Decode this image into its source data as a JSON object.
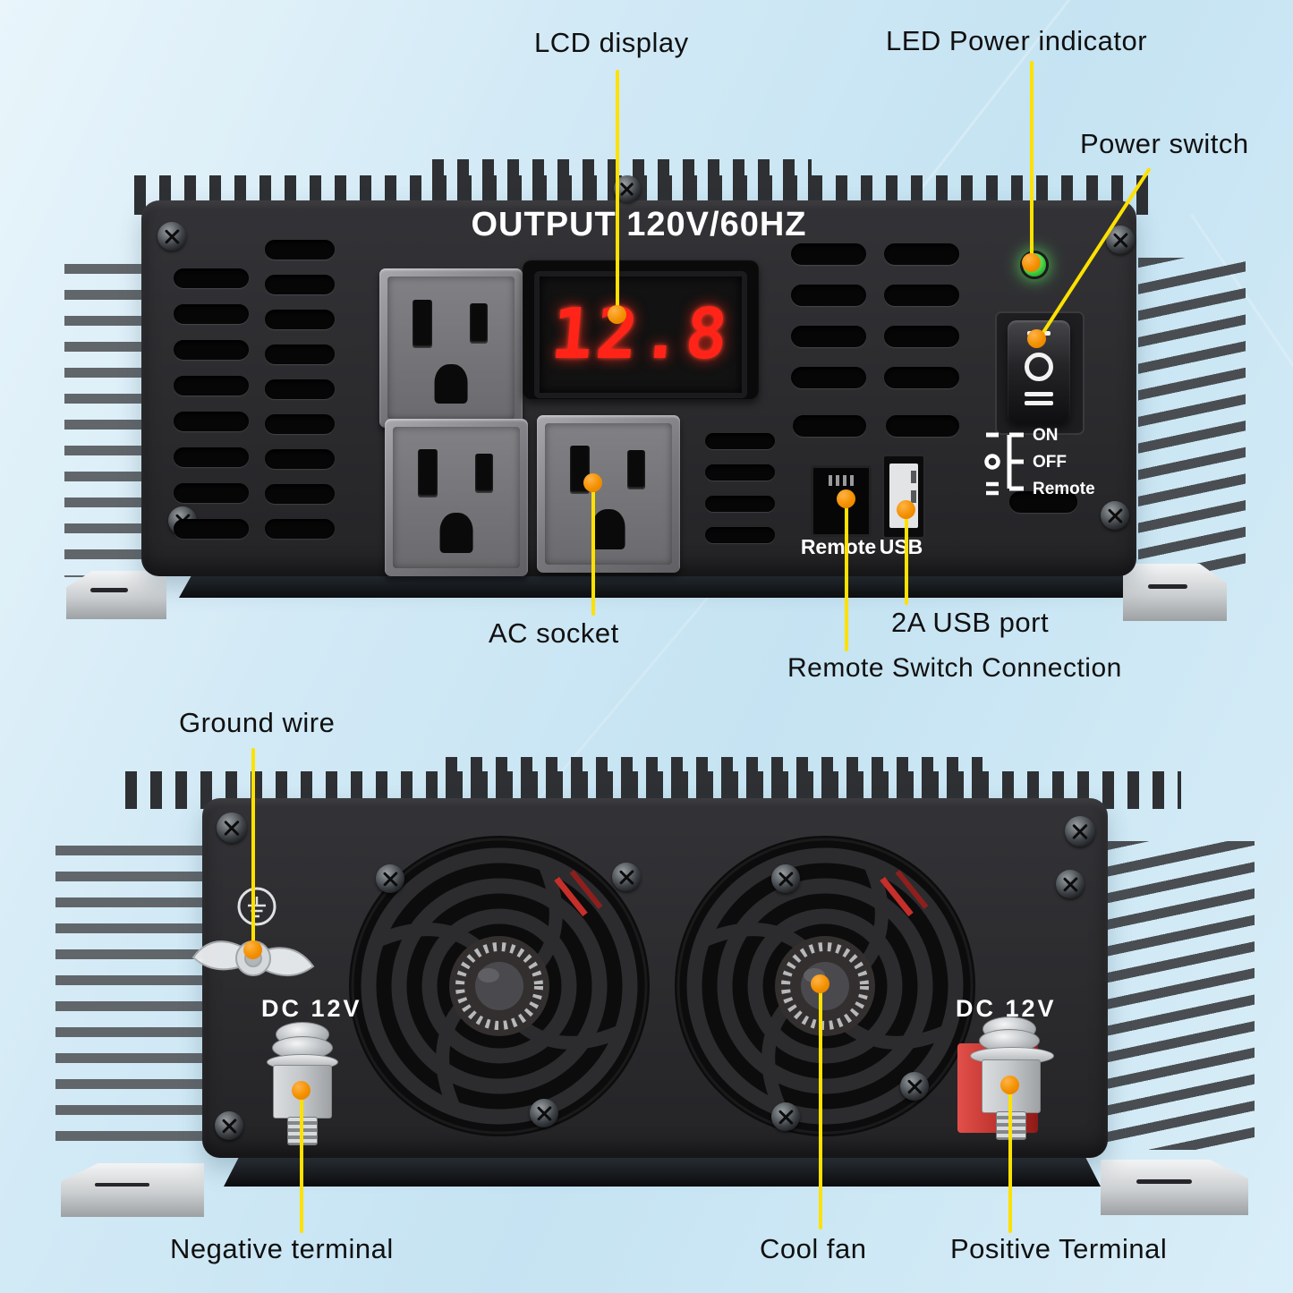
{
  "front": {
    "panel_title": "OUTPUT 120V/60HZ",
    "lcd_value": "12.8",
    "remote_port_label": "Remote",
    "usb_port_label": "USB",
    "legend": {
      "on": "ON",
      "off": "OFF",
      "remote": "Remote"
    }
  },
  "back": {
    "dc_left_label": "DC 12V",
    "dc_right_label": "DC 12V"
  },
  "callouts": {
    "lcd_display": "LCD display",
    "led_power_indicator": "LED Power indicator",
    "power_switch": "Power switch",
    "ac_socket": "AC socket",
    "usb_port": "2A USB port",
    "remote_switch_connection": "Remote Switch Connection",
    "ground_wire": "Ground wire",
    "negative_terminal": "Negative terminal",
    "cool_fan": "Cool fan",
    "positive_terminal": "Positive Terminal"
  },
  "colors": {
    "callout_line": "#FFE100",
    "callout_dot": "#F39000",
    "led_green": "#52E052",
    "lcd_red": "#FF2318",
    "positive_red": "#B02723",
    "background_blue": "#C5E3F2"
  }
}
